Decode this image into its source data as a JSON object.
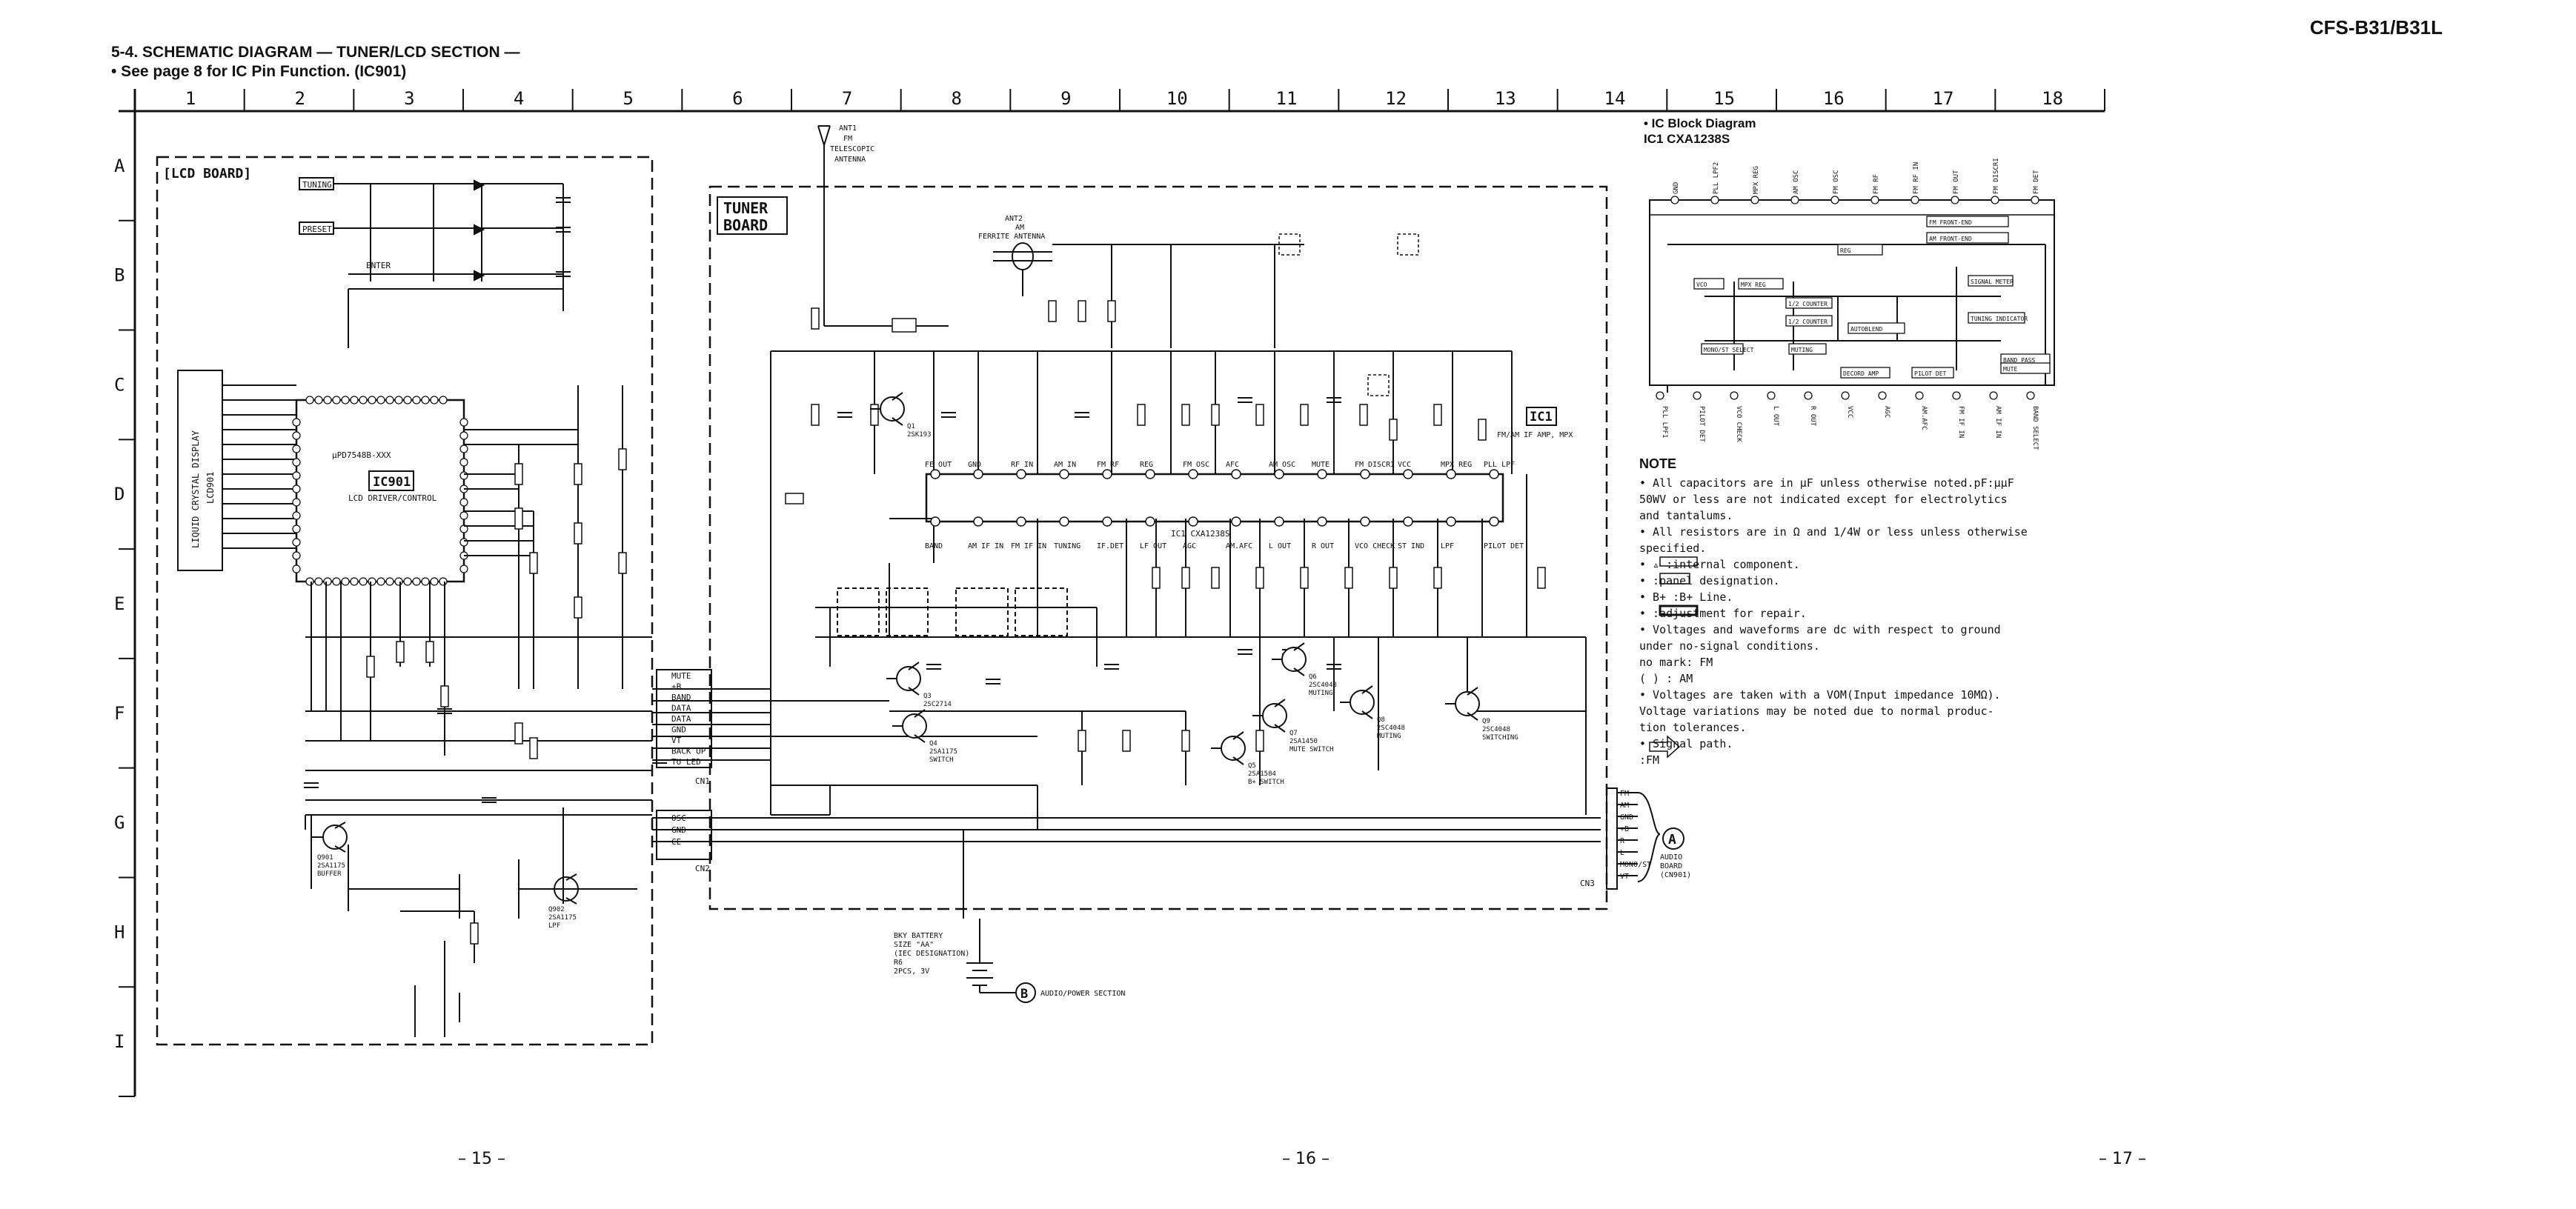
{
  "header": {
    "model": "CFS-B31/B31L",
    "section_line": "5-4.  SCHEMATIC DIAGRAM — TUNER/LCD SECTION —",
    "sub_line": "• See page 8 for IC Pin Function. (IC901)"
  },
  "grid": {
    "columns": [
      "1",
      "2",
      "3",
      "4",
      "5",
      "6",
      "7",
      "8",
      "9",
      "10",
      "11",
      "12",
      "13",
      "14",
      "15",
      "16",
      "17",
      "18"
    ],
    "rows": [
      "A",
      "B",
      "C",
      "D",
      "E",
      "F",
      "G",
      "H",
      "I"
    ]
  },
  "boards": {
    "lcd": "[LCD BOARD]",
    "tuner_1": "TUNER",
    "tuner_2": "BOARD"
  },
  "ics": {
    "ic901_name": "IC901",
    "ic901_part": "μPD7548B-XXX",
    "ic901_desc": "LCD DRIVER/CONTROL",
    "ic1_name": "IC1",
    "ic1_part": "IC1 CXA1238S",
    "ic1_desc": "FM/AM IF AMP, MPX"
  },
  "lcd_display": {
    "label1": "LIQUID CRYSTAL DISPLAY",
    "label2": "LCD901"
  },
  "keys": {
    "tuning": "TUNING",
    "preset": "PRESET",
    "enter": "ENTER"
  },
  "antenna": {
    "ant1": "ANT1",
    "fm": "FM",
    "telescopic": "TELESCOPIC",
    "antenna_word": "ANTENNA",
    "ferrite": "FERRITE ANTENNA",
    "am_word": "AM",
    "ant2": "ANT2"
  },
  "ic1_top_pins": [
    "FE OUT",
    "GND",
    "RF IN",
    "AM IN",
    "FM RF",
    "REG",
    "FM OSC",
    "AFC",
    "AM OSC",
    "MUTE",
    "FM DISCRI",
    "VCC",
    "MPX REG",
    "PLL LPF"
  ],
  "ic1_bottom_pins": [
    "BAND",
    "AM IF IN",
    "FM IF IN",
    "TUNING",
    "IF.DET",
    "LF OUT",
    "AGC",
    "AM.AFC",
    "L OUT",
    "R OUT",
    "VCO CHECK",
    "ST IND",
    "LPF",
    "PILOT DET"
  ],
  "interconnect": [
    "MUTE",
    "+B",
    "BAND",
    "DATA",
    "DATA",
    "GND",
    "VT",
    "BACK UP",
    "TU LED"
  ],
  "interconnect2": [
    "OSC",
    "GND",
    "CE"
  ],
  "output_connector": [
    "FM",
    "AM",
    "GND",
    "+B",
    "R",
    "L",
    "MONO/ST",
    "VT"
  ],
  "cn_labels": {
    "cn1": "CN1",
    "cn2": "CN2",
    "cn3": "CN3"
  },
  "ref_a": {
    "symbol": "A",
    "lines": [
      "AUDIO",
      "BOARD",
      "(CN901)"
    ]
  },
  "ref_b": {
    "symbol": "B",
    "text": "AUDIO/POWER SECTION"
  },
  "battery": [
    "BKY BATTERY",
    "SIZE \"AA\"",
    "(IEC DESIGNATION)",
    "R6",
    "2PCS, 3V"
  ],
  "transistors": [
    {
      "name": "Q901",
      "part": "2SA1175",
      "role": "BUFFER"
    },
    {
      "name": "Q902",
      "part": "2SA1175",
      "role": "LPF"
    },
    {
      "name": "Q1",
      "part": "2SK193",
      "role": ""
    },
    {
      "name": "Q3",
      "part": "2SC2714",
      "role": ""
    },
    {
      "name": "Q4",
      "part": "2SA1175",
      "role": "SWITCH"
    },
    {
      "name": "Q5",
      "part": "2SA1584",
      "role": "B+ SWITCH"
    },
    {
      "name": "Q6",
      "part": "2SC4048",
      "role": "MUTING"
    },
    {
      "name": "Q7",
      "part": "2SA1450",
      "role": "MUTE SWITCH"
    },
    {
      "name": "Q8",
      "part": "2SC4048",
      "role": "MUTING"
    },
    {
      "name": "Q9",
      "part": "2SC4048",
      "role": "SWITCHING"
    }
  ],
  "block_diagram": {
    "title": "• IC Block Diagram",
    "subtitle": "IC1  CXA1238S",
    "blocks": [
      "FM FRONT-END",
      "AM FRONT-END",
      "REG",
      "VCO",
      "MPX REG",
      "1/2 COUNTER",
      "1/2 COUNTER",
      "AUTOBLEND",
      "SIGNAL METER",
      "TUNING INDICATOR",
      "BAND PASS",
      "MUTE",
      "MONO/ST SELECT",
      "MUTING",
      "DECORD AMP",
      "PILOT DET"
    ],
    "top_pins": [
      "GND",
      "PLL LPF2",
      "MPX REG",
      "AM OSC",
      "FM OSC",
      "FM RF",
      "FM RF IN",
      "FM OUT",
      "FM DISCRI",
      "FM DET"
    ],
    "bottom_pins": [
      "PLL LPF1",
      "PILOT DET",
      "VCO CHECK",
      "L OUT",
      "R OUT",
      "VCC",
      "AGC",
      "AM.AFC",
      "FM IF IN",
      "AM IF IN",
      "BAND SELECT"
    ]
  },
  "notes": {
    "heading": "NOTE",
    "lines": [
      "• All capacitors are in μF unless otherwise noted.pF:μμF",
      "  50WV or less are not indicated except for electrolytics",
      "  and tantalums.",
      "• All resistors are in Ω and 1/4W or less unless otherwise",
      "  specified.",
      "•  ▵  :internal component.",
      "•       :panel designation.",
      "•  B+  :B+ Line.",
      "•       :adjustment for repair.",
      "• Voltages and waveforms are dc with respect to ground",
      "  under no-signal conditions.",
      "  no mark: FM",
      "  (    ) : AM",
      "• Voltages are taken with a VOM(Input impedance 10MΩ).",
      "  Voltage variations may be noted due to normal produc-",
      "  tion tolerances.",
      "• Signal path.",
      "          :FM"
    ]
  },
  "pages": [
    "– 15 –",
    "– 16 –",
    "– 17 –"
  ]
}
